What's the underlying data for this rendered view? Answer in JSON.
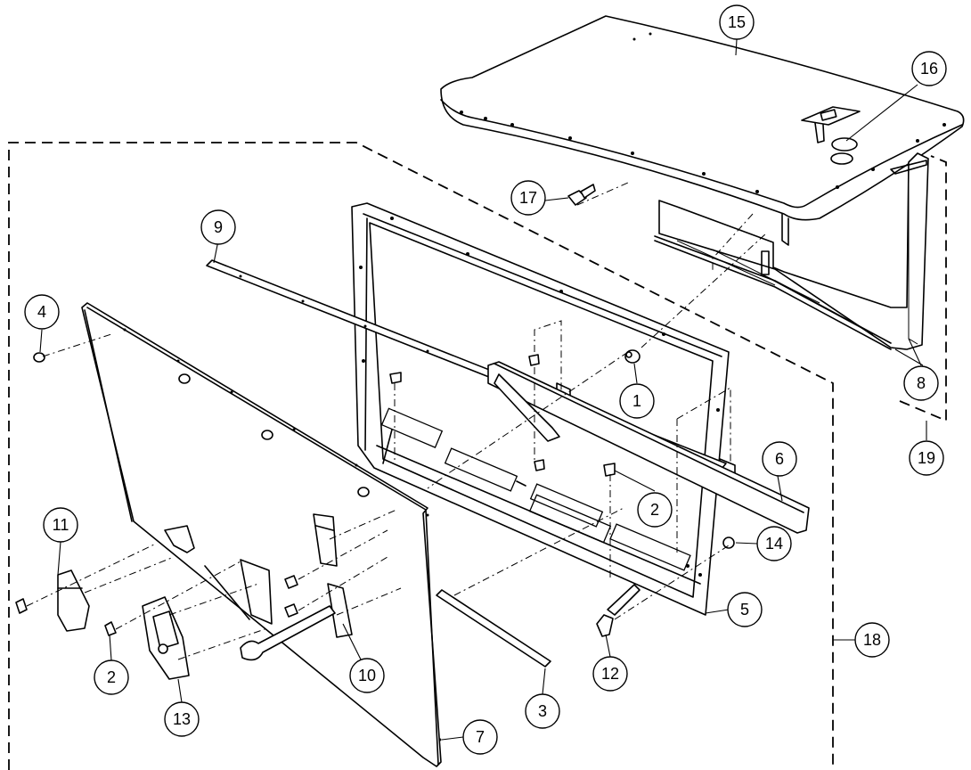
{
  "callouts": [
    {
      "id": "1",
      "label": "1"
    },
    {
      "id": "2a",
      "label": "2"
    },
    {
      "id": "2b",
      "label": "2"
    },
    {
      "id": "3",
      "label": "3"
    },
    {
      "id": "4",
      "label": "4"
    },
    {
      "id": "5",
      "label": "5"
    },
    {
      "id": "6",
      "label": "6"
    },
    {
      "id": "7",
      "label": "7"
    },
    {
      "id": "8",
      "label": "8"
    },
    {
      "id": "9",
      "label": "9"
    },
    {
      "id": "10",
      "label": "10"
    },
    {
      "id": "11",
      "label": "11"
    },
    {
      "id": "12",
      "label": "12"
    },
    {
      "id": "13",
      "label": "13"
    },
    {
      "id": "14",
      "label": "14"
    },
    {
      "id": "15",
      "label": "15"
    },
    {
      "id": "16",
      "label": "16"
    },
    {
      "id": "17",
      "label": "17"
    },
    {
      "id": "18",
      "label": "18"
    },
    {
      "id": "19",
      "label": "19"
    }
  ]
}
